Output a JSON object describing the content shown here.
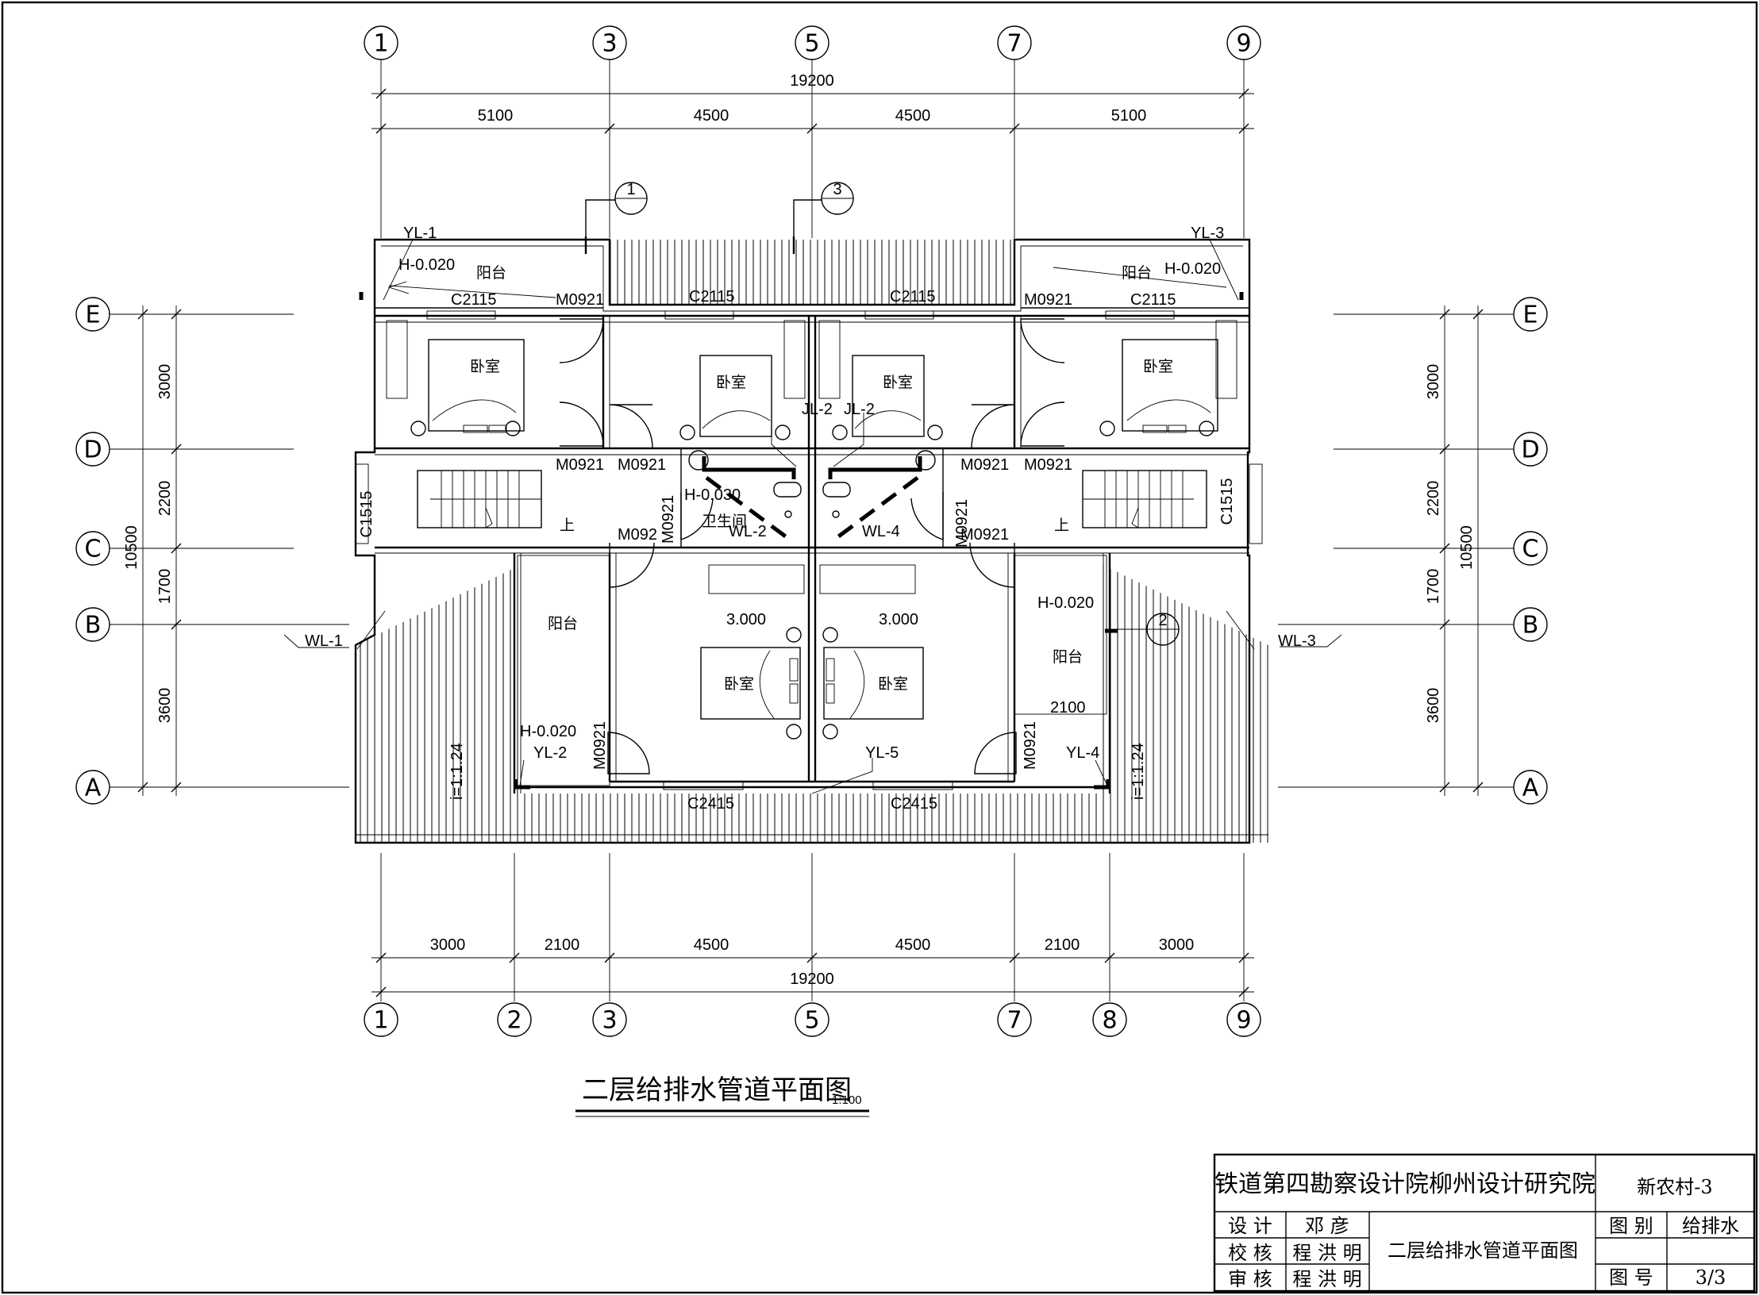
{
  "drawing": {
    "title": "二层给排水管道平面图",
    "scale": "1:100"
  },
  "axes": {
    "top": [
      "1",
      "3",
      "5",
      "7",
      "9"
    ],
    "bottom": [
      "1",
      "2",
      "3",
      "5",
      "7",
      "8",
      "9"
    ],
    "rows": [
      "E",
      "D",
      "C",
      "B",
      "A"
    ]
  },
  "dims": {
    "top_total": "19200",
    "top_segments": [
      "5100",
      "4500",
      "4500",
      "5100"
    ],
    "bottom_segments": [
      "3000",
      "2100",
      "4500",
      "4500",
      "2100",
      "3000"
    ],
    "bottom_total": "19200",
    "side_total": "10500",
    "side_segments": [
      "3000",
      "2200",
      "1700",
      "3600"
    ],
    "balcony_width": "2100"
  },
  "labels": {
    "yl1": "YL-1",
    "yl2": "YL-2",
    "yl3": "YL-3",
    "yl4": "YL-4",
    "yl5": "YL-5",
    "wl1": "WL-1",
    "wl2": "WL-2",
    "wl3": "WL-3",
    "wl4": "WL-4",
    "jl2": "JL-2",
    "h020": "H-0.020",
    "h030": "H-0.030",
    "h3000": "3.000",
    "balcony": "阳台",
    "bedroom": "卧室",
    "bathroom": "卫生间",
    "c2115": "C2115",
    "c2415": "C2415",
    "c1515": "C1515",
    "m0921": "M0921",
    "m092": "M092",
    "slope": "i=1:1.24",
    "up": "上",
    "sec1": "1",
    "sec2": "2",
    "sec3": "3"
  },
  "title_block": {
    "institute": "铁道第四勘察设计院柳州设计研究院",
    "project": "新农村-3",
    "design_label": "设 计",
    "design_name": "邓 彦",
    "check_label": "校 核",
    "check_name": "程 洪 明",
    "review_label": "审 核",
    "review_name": "程 洪 明",
    "sheet_title": "二层给排水管道平面图",
    "category_label": "图 别",
    "category_value": "给排水",
    "number_label": "图 号",
    "number_value": "3/3"
  }
}
